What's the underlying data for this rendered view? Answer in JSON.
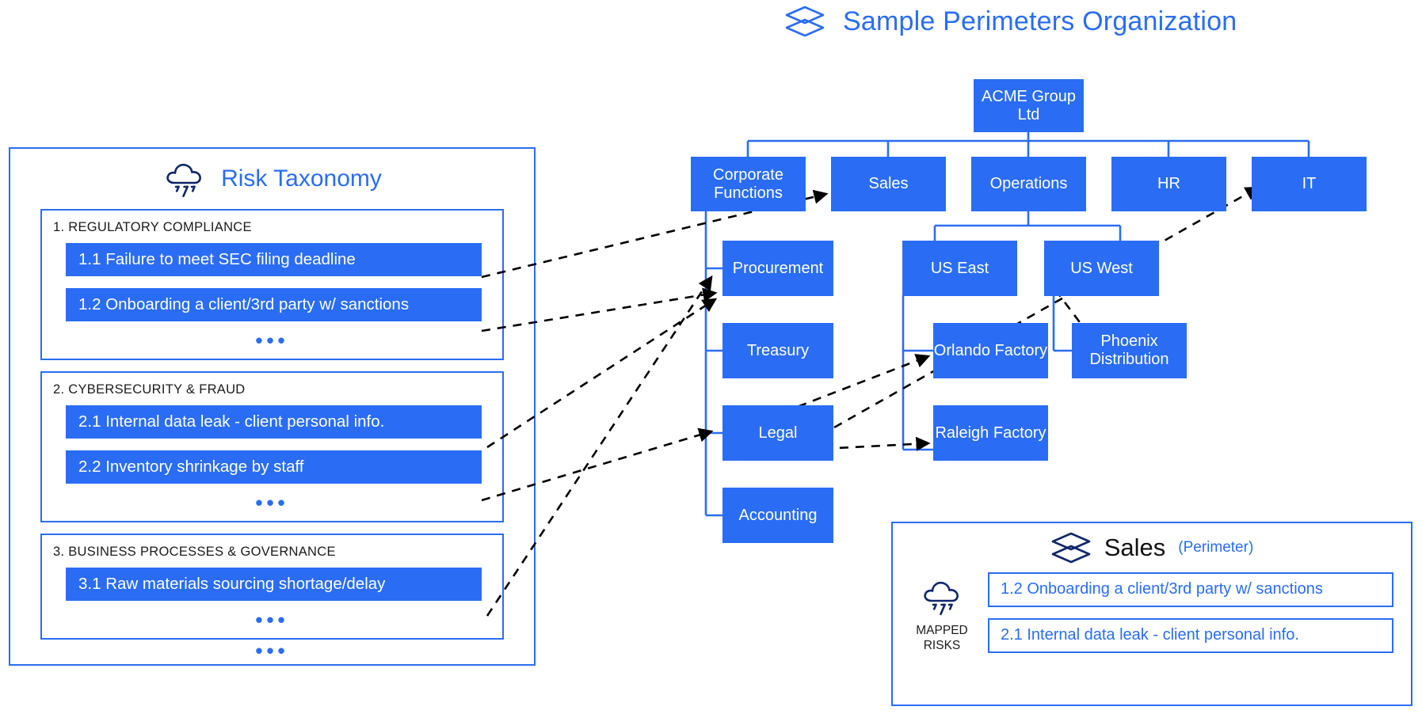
{
  "header": {
    "title": "Sample Perimeters Organization",
    "icon": "layers-icon",
    "accent": "#2a6df4"
  },
  "taxonomy": {
    "title": "Risk Taxonomy",
    "icon": "cloud-lightning-icon",
    "ellipsis": "•••",
    "categories": [
      {
        "label": "1. REGULATORY COMPLIANCE",
        "risks": [
          "1.1 Failure to meet SEC filing deadline",
          "1.2 Onboarding a client/3rd party w/ sanctions"
        ],
        "more": "•••"
      },
      {
        "label": "2. CYBERSECURITY & FRAUD",
        "risks": [
          "2.1 Internal data leak - client personal info.",
          "2.2 Inventory shrinkage by staff"
        ],
        "more": "•••"
      },
      {
        "label": "3. BUSINESS PROCESSES & GOVERNANCE",
        "risks": [
          "3.1 Raw materials sourcing shortage/delay"
        ],
        "more": "•••"
      }
    ],
    "more_categories": "•••"
  },
  "org": {
    "root": "ACME Group Ltd",
    "nodes": {
      "acme": "ACME Group Ltd",
      "corporate_functions": "Corporate Functions",
      "sales": "Sales",
      "operations": "Operations",
      "hr": "HR",
      "it": "IT",
      "procurement": "Procurement",
      "treasury": "Treasury",
      "legal": "Legal",
      "accounting": "Accounting",
      "us_east": "US East",
      "us_west": "US West",
      "orlando_factory": "Orlando Factory",
      "raleigh_factory": "Raleigh Factory",
      "phoenix_distribution": "Phoenix Distribution"
    }
  },
  "perimeter": {
    "icon": "layers-icon",
    "name": "Sales",
    "subtitle": "(Perimeter)",
    "mapped_label_line1": "MAPPED",
    "mapped_label_line2": "RISKS",
    "mapped_icon": "cloud-lightning-icon",
    "mapped_risks": [
      "1.2 Onboarding a client/3rd party w/ sanctions",
      "2.1 Internal data leak - client personal info."
    ]
  }
}
